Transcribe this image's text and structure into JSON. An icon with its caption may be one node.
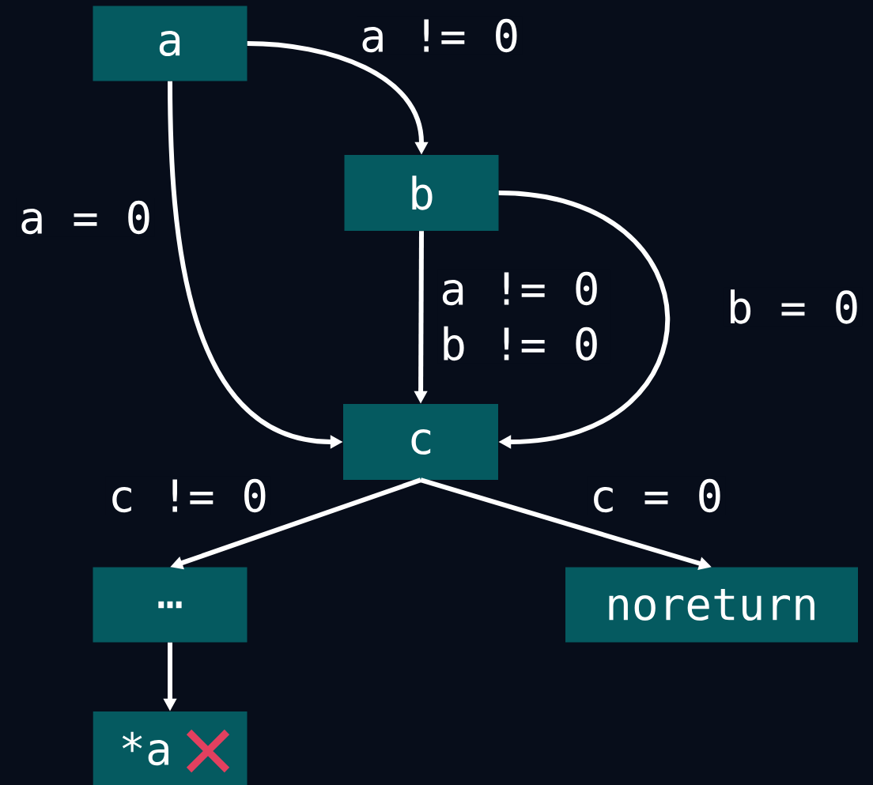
{
  "diagram": {
    "nodes": [
      {
        "text": [
          "a"
        ]
      },
      {
        "text": [
          "b"
        ]
      },
      {
        "text": [
          "c"
        ]
      },
      {
        "text": [
          "…"
        ]
      },
      {
        "text": [
          "noreturn"
        ]
      },
      {
        "text": [
          "*a"
        ]
      }
    ],
    "edges": [
      {
        "from": 0,
        "to": 1,
        "arrow": "to",
        "label": "a != 0"
      },
      {
        "from": 0,
        "to": 2,
        "arrow": "to",
        "label": "a = 0"
      },
      {
        "from": 1,
        "to": 2,
        "arrow": "to",
        "label": "a != 0 b != 0"
      },
      {
        "from": 1,
        "to": 2,
        "arrow": "to",
        "label": "b = 0"
      },
      {
        "from": 2,
        "to": 3,
        "arrow": "to",
        "label": "c != 0"
      },
      {
        "from": 2,
        "to": 4,
        "arrow": "to",
        "label": "c = 0"
      },
      {
        "from": 3,
        "to": 5,
        "arrow": "to"
      }
    ]
  }
}
